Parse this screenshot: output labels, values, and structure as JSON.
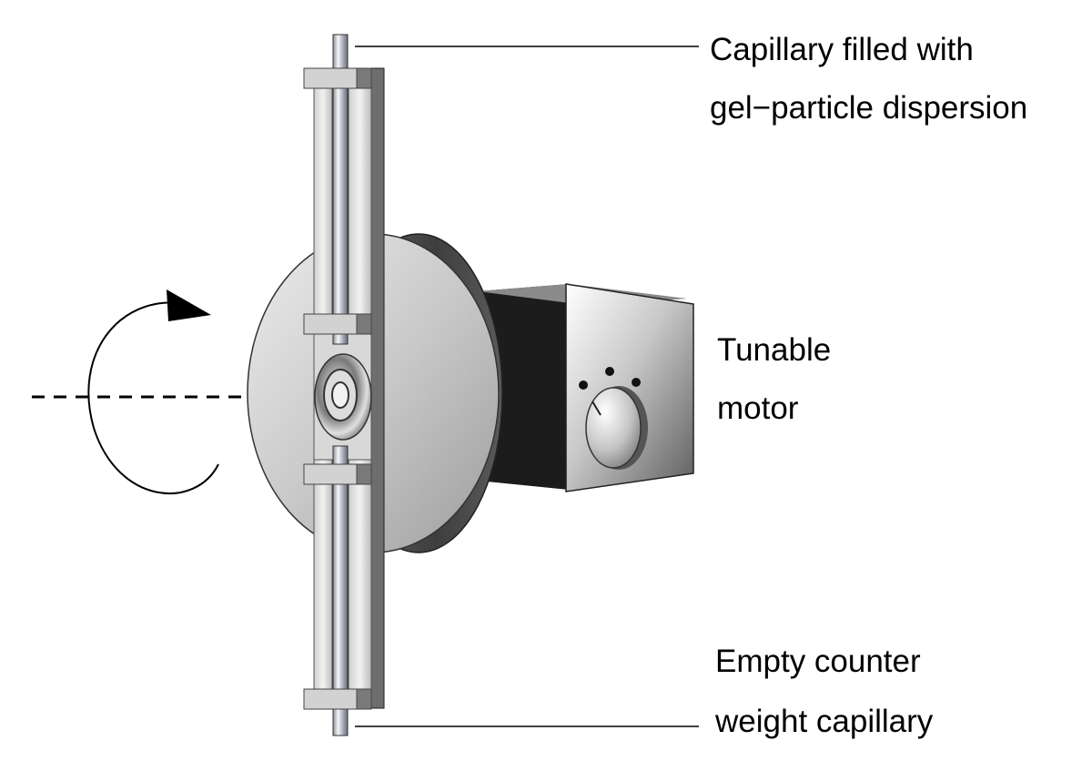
{
  "labels": {
    "capillary_filled": [
      "Capillary filled with",
      "gel−particle dispersion"
    ],
    "tunable_motor": [
      "Tunable",
      "motor"
    ],
    "empty_capillary": [
      "Empty counter",
      "weight capillary"
    ]
  },
  "colors": {
    "background": "#ffffff",
    "line": "#000000",
    "motor_dark": "#1c1c1c",
    "frame_dark": "#6e6e6e"
  }
}
